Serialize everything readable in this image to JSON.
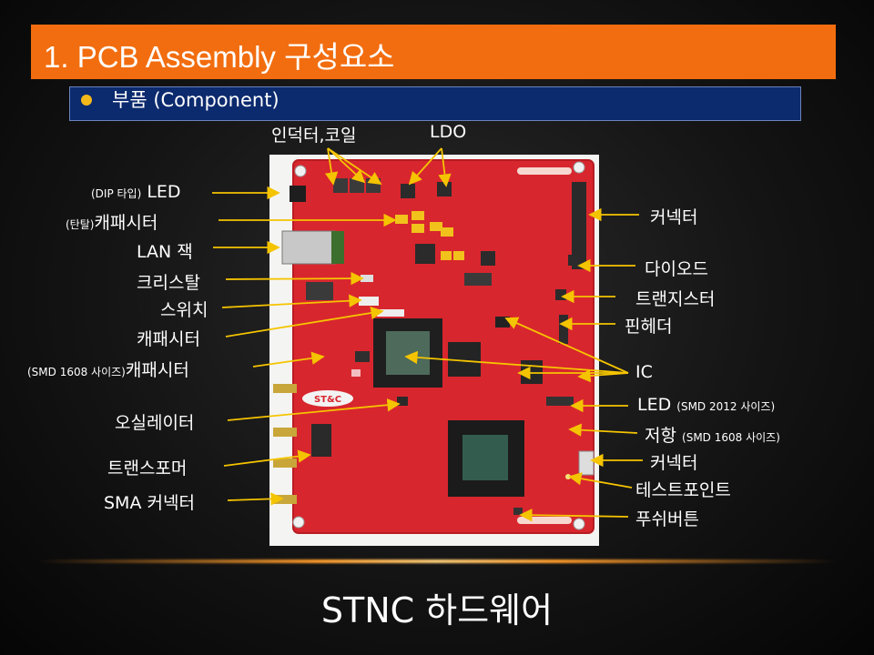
{
  "slide": {
    "title": "1. PCB Assembly 구성요소",
    "subtitle": "부품 (Component)",
    "footer": "STNC 하드웨어"
  },
  "board": {
    "silkscreen": "ST&C"
  },
  "labels": {
    "inductor": "인덕터,코일",
    "ldo": "LDO",
    "led_dip_small": "(DIP 타입)",
    "led_dip": "LED",
    "cap_tant_small": "(탄탈)",
    "cap_tant": "캐패시터",
    "lan": "LAN 잭",
    "crystal": "크리스탈",
    "switch": "스위치",
    "capacitor": "캐패시터",
    "cap_smd_small": "(SMD 1608 사이즈)",
    "cap_smd": "캐패시터",
    "oscillator": "오실레이터",
    "transformer": "트랜스포머",
    "sma": "SMA 커넥터",
    "connector1": "커넥터",
    "diode": "다이오드",
    "transistor": "트랜지스터",
    "pin_header": "핀헤더",
    "ic": "IC",
    "led_smd": "LED",
    "led_smd_small": "(SMD 2012 사이즈)",
    "resistor": "저항",
    "resistor_small": "(SMD 1608 사이즈)",
    "connector2": "커넥터",
    "test_point": "테스트포인트",
    "push_button": "푸쉬버튼"
  },
  "colors": {
    "title_bar": "#f26d0f",
    "subtitle_box": "#0c2a6e",
    "bullet": "#f5b81a",
    "arrow": "#f5c400",
    "pcb": "#d8262e"
  }
}
